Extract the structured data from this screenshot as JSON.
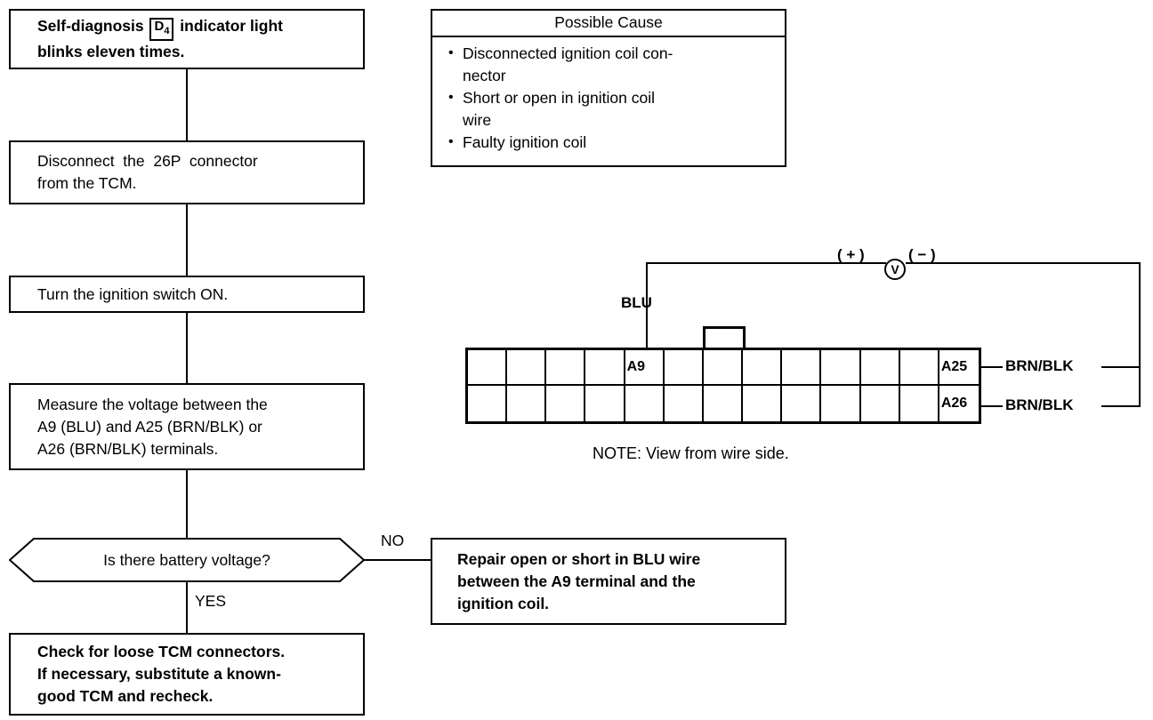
{
  "flow": {
    "step1": {
      "name": "self-diagnosis-step",
      "line1_pre": "Self-diagnosis ",
      "d4_letter": "D",
      "d4_sub": "4",
      "line1_post": " indicator light",
      "line2": "blinks eleven times."
    },
    "step2": {
      "name": "disconnect-connector-step",
      "line1": "Disconnect  the  26P  connector",
      "line2": "from the TCM."
    },
    "step3": {
      "name": "ignition-on-step",
      "line1": "Turn the ignition switch ON."
    },
    "step4": {
      "name": "measure-voltage-step",
      "line1": "Measure the voltage between the",
      "line2": "A9 (BLU) and A25 (BRN/BLK) or",
      "line3": "A26 (BRN/BLK) terminals."
    },
    "decision": {
      "name": "battery-voltage-decision",
      "question": "Is there battery voltage?",
      "yes_label": "YES",
      "no_label": "NO"
    },
    "repair": {
      "name": "repair-blu-wire-step",
      "line1": "Repair open or short in BLU wire",
      "line2": "between the A9 terminal and the",
      "line3": "ignition coil."
    },
    "final": {
      "name": "check-tcm-connectors-step",
      "line1": "Check for loose TCM connectors.",
      "line2": "If necessary, substitute a known-",
      "line3": "good TCM and recheck."
    }
  },
  "possible_cause": {
    "title": "Possible Cause",
    "items": [
      "Disconnected ignition coil con-\nnector",
      "Short or open in ignition coil\nwire",
      "Faulty ignition coil"
    ]
  },
  "connector_diagram": {
    "columns": 13,
    "rows": 2,
    "pins": {
      "a9": "A9",
      "a25": "A25",
      "a26": "A26"
    },
    "pin_positions": {
      "a9": {
        "row": 0,
        "col": 4
      },
      "a25": {
        "row": 0,
        "col": 12
      },
      "a26": {
        "row": 1,
        "col": 12
      }
    },
    "wires": {
      "blu": "BLU",
      "brn_blk_top": "BRN/BLK",
      "brn_blk_bottom": "BRN/BLK"
    },
    "meter": {
      "symbol": "V",
      "positive": "( + )",
      "negative": "( − )"
    },
    "note": "NOTE: View from wire side."
  },
  "colors": {
    "ink": "#000000",
    "paper": "#ffffff"
  }
}
